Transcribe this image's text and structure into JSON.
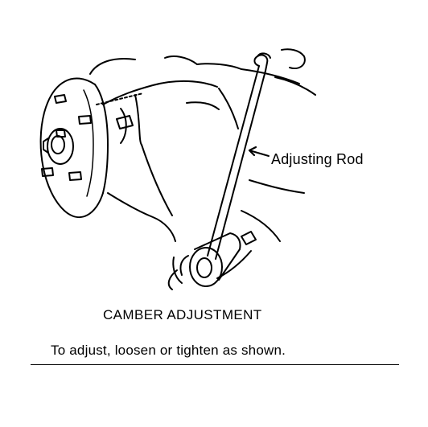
{
  "diagram": {
    "callout_label": "Adjusting Rod",
    "caption_title": "CAMBER ADJUSTMENT",
    "caption_instruction": "To adjust, loosen or tighten as shown."
  },
  "colors": {
    "ink": "#000000",
    "paper": "#ffffff"
  }
}
